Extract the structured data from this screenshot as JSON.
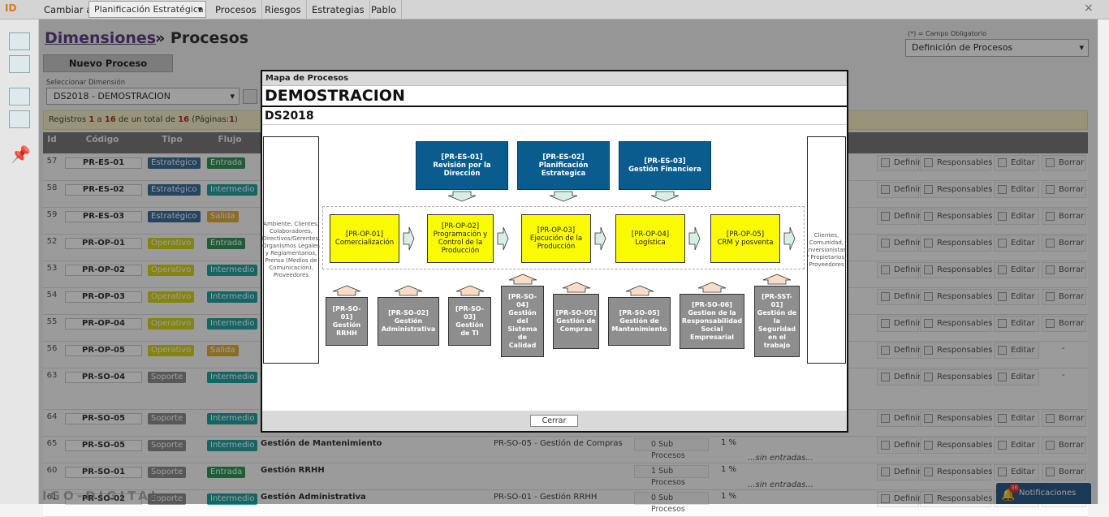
{
  "app": {
    "logo": "ID",
    "cambiar_label": "Cambiar a",
    "plan_select": "Planificación Estratégica",
    "menu": [
      "Procesos",
      "Riesgos",
      "Estrategias",
      "Pablo"
    ]
  },
  "page": {
    "title_link": "Dimensiones",
    "title_sep": "»",
    "title_rest": "Procesos",
    "new_button": "Nuevo Proceso",
    "required_note": "(*) = Campo Obligatorio",
    "definition_select": "Definición de Procesos",
    "dimension_label": "Seleccionar Dimensión",
    "dimension_value": "DS2018 - DEMOSTRACION",
    "counter": {
      "pre": "Registros",
      "from": "1",
      "a": "a",
      "to": "16",
      "mid": "de un total de",
      "total": "16",
      "pages_pre": "(Páginas:",
      "pages": "1",
      "pages_post": ")"
    }
  },
  "table": {
    "headers": [
      "Id",
      "Código",
      "Tipo",
      "Flujo"
    ],
    "rows": [
      {
        "id": "57",
        "code": "PR-ES-01",
        "tipo": "Estratégico",
        "flujo": "Entrada"
      },
      {
        "id": "58",
        "code": "PR-ES-02",
        "tipo": "Estratégico",
        "flujo": "Intermedio"
      },
      {
        "id": "59",
        "code": "PR-ES-03",
        "tipo": "Estratégico",
        "flujo": "Salida"
      },
      {
        "id": "52",
        "code": "PR-OP-01",
        "tipo": "Operativo",
        "flujo": "Entrada"
      },
      {
        "id": "53",
        "code": "PR-OP-02",
        "tipo": "Operativo",
        "flujo": "Intermedio"
      },
      {
        "id": "54",
        "code": "PR-OP-03",
        "tipo": "Operativo",
        "flujo": "Intermedio"
      },
      {
        "id": "55",
        "code": "PR-OP-04",
        "tipo": "Operativo",
        "flujo": "Intermedio"
      },
      {
        "id": "56",
        "code": "PR-OP-05",
        "tipo": "Operativo",
        "flujo": "Salida"
      },
      {
        "id": "63",
        "code": "PR-SO-04",
        "tipo": "Soporte",
        "flujo": "Intermedio"
      },
      {
        "id": "64",
        "code": "PR-SO-05",
        "tipo": "Soporte",
        "flujo": "Intermedio"
      },
      {
        "id": "65",
        "code": "PR-SO-05",
        "tipo": "Soporte",
        "flujo": "Intermedio",
        "name": "Gestión de Mantenimiento",
        "input": "PR-SO-05 - Gestión de Compras",
        "sub": "0 Sub Procesos",
        "pct": "1 %",
        "entries": "...sin entradas..."
      },
      {
        "id": "60",
        "code": "PR-SO-01",
        "tipo": "Soporte",
        "flujo": "Entrada",
        "name": "Gestión RRHH",
        "sub": "1 Sub Procesos",
        "pct": "1 %",
        "entries": "...sin entradas..."
      },
      {
        "id": "61",
        "code": "PR-SO-02",
        "tipo": "Soporte",
        "flujo": "Intermedio",
        "name": "Gestión Administrativa",
        "input": "PR-SO-01 - Gestión RRHH",
        "sub": "0 Sub Procesos",
        "pct": "1 %"
      }
    ],
    "actions": [
      "Definir",
      "Responsables",
      "Editar",
      "Borrar"
    ],
    "dash": "-"
  },
  "modal": {
    "title": "Mapa de Procesos",
    "heading": "DEMOSTRACION",
    "subheading": "DS2018",
    "left_box": "Ambiente, Clientes, Colaboradores, Directivos/Gerentes, Organismos Legales y Reglamentarios, Prensa (Medios de Comunicación), Proveedores",
    "right_box": "Clientes, Comunidad, Inversionistas / Propietarios, Proveedores",
    "strategic": [
      {
        "code": "[PR-ES-01]",
        "name": "Revisión por la Dirección"
      },
      {
        "code": "[PR-ES-02]",
        "name": "Planificación Estrategica"
      },
      {
        "code": "[PR-ES-03]",
        "name": "Gestión Financiera"
      }
    ],
    "operative": [
      {
        "code": "[PR-OP-01]",
        "name": "Comercialización"
      },
      {
        "code": "[PR-OP-02]",
        "name": "Programación y Control de la Producción"
      },
      {
        "code": "[PR-OP-03]",
        "name": "Ejecución de la Producción"
      },
      {
        "code": "[PR-OP-04]",
        "name": "Logística"
      },
      {
        "code": "[PR-OP-05]",
        "name": "CRM y posventa"
      }
    ],
    "support": [
      {
        "code": "[PR-SO-01]",
        "name": "Gestión RRHH"
      },
      {
        "code": "[PR-SO-02]",
        "name": "Gestión Administrativa"
      },
      {
        "code": "[PR-SO-03]",
        "name": "Gestión de TI"
      },
      {
        "code": "[PR-SO-04]",
        "name": "Gestión del Sistema de Calidad"
      },
      {
        "code": "[PR-SO-05]",
        "name": "Gestión de Compras"
      },
      {
        "code": "[PR-SO-05]",
        "name": "Gestión de Mantenimiento"
      },
      {
        "code": "[PR-SO-06]",
        "name": "Gestion de la Responsabilidad Social Empresarial"
      },
      {
        "code": "[PR-SST-01]",
        "name": "Gestión de la Seguridad en el trabajo"
      }
    ],
    "close_button": "Cerrar"
  },
  "notifications": {
    "count": "36",
    "label": "Notificaciones"
  },
  "watermark": "IGO-DIGITAL",
  "colors": {
    "estrategico": "#3b6e9a",
    "operativo": "#d6d61a",
    "soporte": "#8e8e8e",
    "entrada": "#2e9a58",
    "intermedio": "#22a3a3",
    "salida": "#e0b23a",
    "strategic_box": "#0b5c8e",
    "operative_box": "#fbfb00",
    "support_box": "#8e8e8e"
  }
}
